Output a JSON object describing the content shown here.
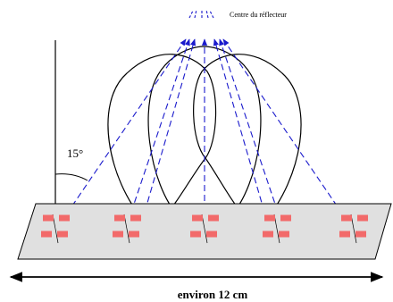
{
  "labels": {
    "focus": "Centre du réflecteur",
    "tilt_angle": "15°",
    "dimension": "environ 12 cm"
  },
  "colors": {
    "beam_rays": "#1a1acc",
    "patch": "#f26a6a",
    "substrate": "#e0e0e0",
    "lobe_outline": "#000000"
  },
  "array": {
    "element_groups": 5,
    "patches_per_group": 4,
    "radiation_lobes": 3
  }
}
